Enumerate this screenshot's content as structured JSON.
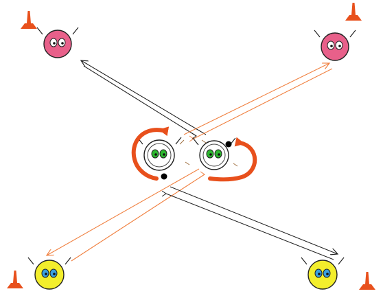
{
  "diagram": {
    "background": "#ffffff",
    "colors": {
      "cone": "#e8501c",
      "pink_player": "#e8608a",
      "yellow_player": "#f3ee2c",
      "white_player": "#ffffff",
      "eye_green": "#2db82f",
      "eye_blue": "#3aa0e0",
      "path_black": "#222222",
      "path_orange": "#f08040",
      "turn_arrow": "#e8501c",
      "ball": "#000000"
    },
    "cones": [
      {
        "id": "cone-top-left",
        "icon": "cone-icon"
      },
      {
        "id": "cone-top-right",
        "icon": "cone-icon"
      },
      {
        "id": "cone-bottom-left",
        "icon": "cone-icon"
      },
      {
        "id": "cone-bottom-right",
        "icon": "cone-icon"
      }
    ],
    "players": [
      {
        "id": "player-pink-top-left",
        "team": "pink"
      },
      {
        "id": "player-pink-top-right",
        "team": "pink"
      },
      {
        "id": "player-yellow-bottom-left",
        "team": "yellow"
      },
      {
        "id": "player-yellow-bottom-right",
        "team": "yellow"
      },
      {
        "id": "player-white-center-left",
        "team": "white"
      },
      {
        "id": "player-white-center-right",
        "team": "white"
      }
    ],
    "balls": [
      {
        "id": "ball-center-top"
      },
      {
        "id": "ball-center-bottom"
      }
    ],
    "paths": [
      {
        "id": "pass-path-black-top-left",
        "style": "black"
      },
      {
        "id": "pass-path-orange-top-right",
        "style": "orange"
      },
      {
        "id": "pass-path-orange-bottom-left",
        "style": "orange"
      },
      {
        "id": "pass-path-black-bottom-right",
        "style": "black"
      }
    ],
    "turn_arrows": [
      {
        "id": "turn-arrow-left"
      },
      {
        "id": "turn-arrow-right"
      }
    ]
  }
}
